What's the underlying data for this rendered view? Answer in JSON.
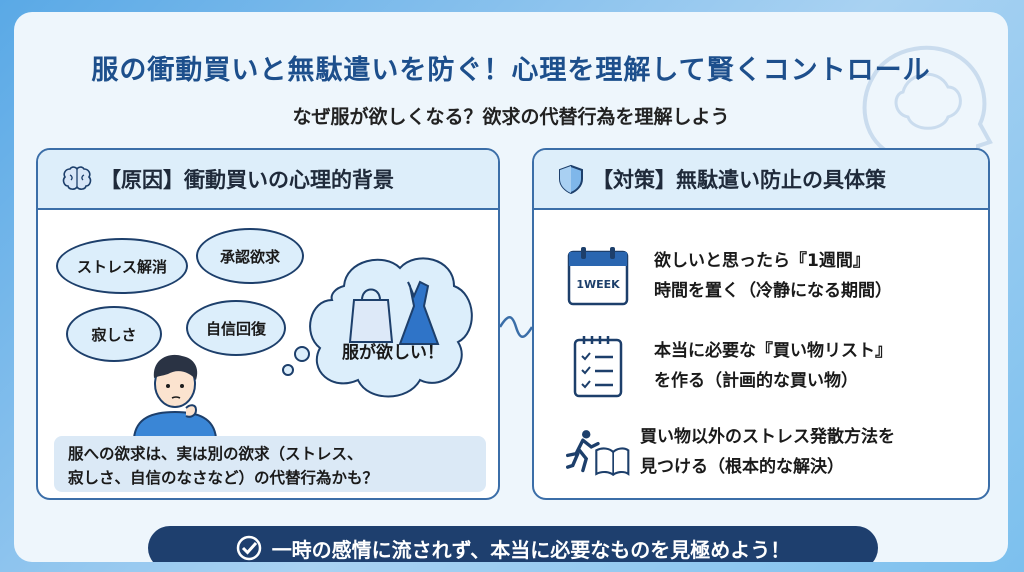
{
  "title": "服の衝動買いと無駄遣いを防ぐ！心理を理解して賢くコントロール",
  "subtitle": "なぜ服が欲しくなる？欲求の代替行為を理解しよう",
  "left_panel": {
    "heading": "【原因】衝動買いの心理的背景",
    "bubbles": [
      "ストレス解消",
      "承認欲求",
      "寂しさ",
      "自信回復"
    ],
    "thought": "服が欲しい！",
    "note_line1": "服への欲求は、実は別の欲求（ストレス、",
    "note_line2": "寂しさ、自信のなさなど）の代替行為かも？"
  },
  "right_panel": {
    "heading": "【対策】無駄遣い防止の具体策",
    "calendar_label": "1WEEK",
    "items": [
      {
        "line1": "欲しいと思ったら『1週間』",
        "line2": "時間を置く（冷静になる期間）",
        "icon": "calendar-icon"
      },
      {
        "line1": "本当に必要な『買い物リスト』",
        "line2": "を作る（計画的な買い物）",
        "icon": "checklist-icon"
      },
      {
        "line1": "買い物以外のストレス発散方法を",
        "line2": "見つける（根本的な解決）",
        "icon": "running-book-icon"
      }
    ]
  },
  "footer": "一時の感情に流されず、本当に必要なものを見極めよう！",
  "colors": {
    "accent": "#1d4f8c",
    "panel_border": "#3b6ea8",
    "footer_bg": "#1e3f6e",
    "bubble_bg": "#dceefb"
  }
}
